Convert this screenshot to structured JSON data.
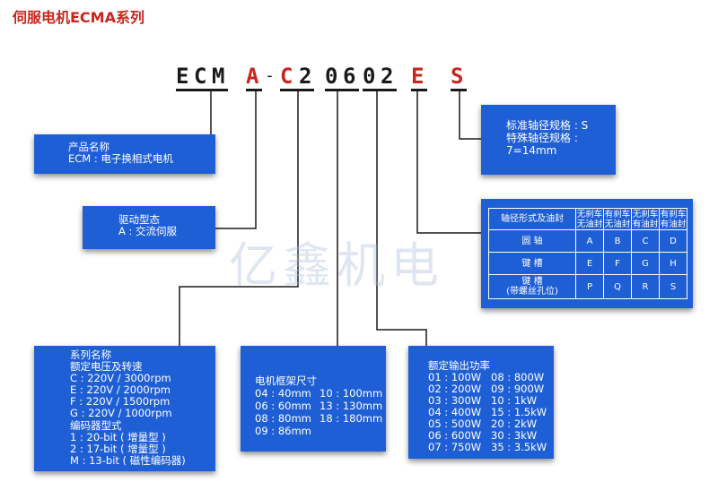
{
  "title": "伺服电机ECMA系列",
  "code": {
    "chars": [
      "E",
      "C",
      "M",
      "A",
      "-",
      "C",
      "2",
      "0",
      "6",
      "0",
      "2",
      "E",
      "S"
    ],
    "colors": {
      "black": "#1a1a1a",
      "red": "#c8261c"
    }
  },
  "watermark": "亿鑫机电",
  "product": {
    "lines": [
      "产品名称",
      "ECM : 电子换相式电机"
    ]
  },
  "drive": {
    "lines": [
      "驱动型态",
      "A : 交流伺服"
    ]
  },
  "shaft": {
    "lines": [
      "标准轴径规格 : S",
      "特殊轴径规格 :",
      "7=14mm"
    ]
  },
  "oil_table": {
    "header": [
      "轴径形式及油封",
      "无刹车\n无油封",
      "有刹车\n无油封",
      "无刹车\n有油封",
      "有刹车\n有油封"
    ],
    "rows": [
      [
        "圆    轴",
        "A",
        "B",
        "C",
        "D"
      ],
      [
        "键    槽",
        "E",
        "F",
        "G",
        "H"
      ],
      [
        "键    槽\n(带螺丝孔位)",
        "P",
        "Q",
        "R",
        "S"
      ]
    ]
  },
  "series": {
    "lines": [
      "系列名称",
      "额定电压及转速",
      "C : 220V / 3000rpm",
      "E : 220V / 2000rpm",
      "F : 220V / 1500rpm",
      "G : 220V / 1000rpm",
      "编码器型式",
      "1 : 20-bit ( 增量型 )",
      "2 : 17-bit ( 增量型 )",
      "M : 13-bit ( 磁性编码器)"
    ]
  },
  "frame": {
    "title": "电机框架尺寸",
    "rows": [
      [
        "04 : 40mm",
        "10 : 100mm"
      ],
      [
        "06 : 60mm",
        "13 : 130mm"
      ],
      [
        "08 : 80mm",
        "18 : 180mm"
      ],
      [
        "09 : 86mm",
        ""
      ]
    ]
  },
  "power": {
    "title": "额定输出功率",
    "rows": [
      [
        "01 : 100W",
        "08 : 800W"
      ],
      [
        "02 : 200W",
        "09 : 900W"
      ],
      [
        "03 : 300W",
        "10 : 1kW"
      ],
      [
        "04 : 400W",
        "15 : 1.5kW"
      ],
      [
        "05 : 500W",
        "20 : 2kW"
      ],
      [
        "06 : 600W",
        "30 : 3kW"
      ],
      [
        "07 : 750W",
        "35 : 3.5kW"
      ]
    ]
  },
  "colors": {
    "box": "#1f5fd6",
    "title": "#c8261c"
  }
}
